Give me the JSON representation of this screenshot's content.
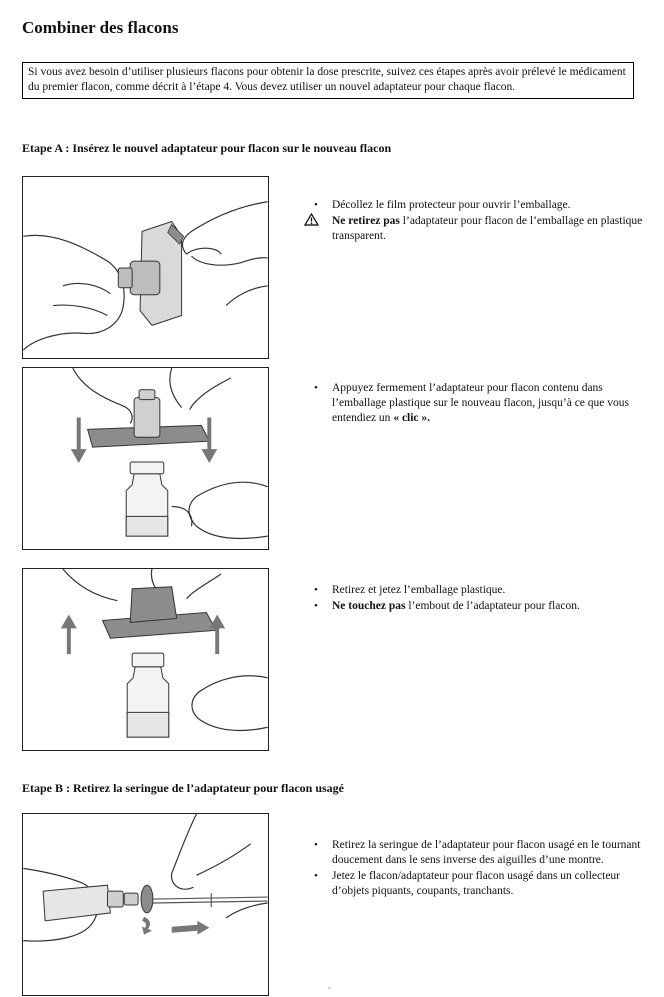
{
  "title": "Combiner des flacons",
  "intro": "Si vous avez besoin d’utiliser plusieurs flacons pour obtenir la dose prescrite, suivez ces étapes après avoir prélevé le médicament du premier flacon, comme décrit à l’étape 4. Vous devez utiliser un nouvel adaptateur pour chaque flacon.",
  "step_a": {
    "heading": "Etape A : Insérez le nouvel adaptateur pour flacon sur le nouveau flacon",
    "panels": [
      {
        "items": [
          {
            "type": "bullet",
            "bullet": "•",
            "segments": [
              {
                "text": "Décollez le film protecteur pour ouvrir l’emballage.",
                "bold": false
              }
            ]
          },
          {
            "type": "warning",
            "icon": "warning-triangle-icon",
            "segments": [
              {
                "text": "Ne retirez pas",
                "bold": true
              },
              {
                "text": " l’adaptateur pour flacon de l’emballage en plastique transparent.",
                "bold": false
              }
            ]
          }
        ]
      },
      {
        "items": [
          {
            "type": "bullet",
            "bullet": "•",
            "segments": [
              {
                "text": "Appuyez fermement l’adaptateur pour flacon contenu dans l’emballage plastique sur le nouveau flacon, jusqu’à ce que vous entendiez un ",
                "bold": false
              },
              {
                "text": "« clic ».",
                "bold": true
              }
            ]
          }
        ]
      },
      {
        "items": [
          {
            "type": "bullet",
            "bullet": "•",
            "segments": [
              {
                "text": "Retirez et jetez l’emballage plastique.",
                "bold": false
              }
            ]
          },
          {
            "type": "bullet",
            "bullet": "•",
            "segments": [
              {
                "text": "Ne touchez pas",
                "bold": true
              },
              {
                "text": " l’embout de l’adaptateur pour flacon.",
                "bold": false
              }
            ]
          }
        ]
      }
    ]
  },
  "step_b": {
    "heading": "Etape B : Retirez la seringue de l’adaptateur pour flacon usagé",
    "panels": [
      {
        "items": [
          {
            "type": "bullet",
            "bullet": "•",
            "segments": [
              {
                "text": "Retirez la seringue de l’adaptateur pour flacon usagé en le tournant doucement dans le sens inverse des aiguilles d’une montre.",
                "bold": false
              }
            ]
          },
          {
            "type": "bullet",
            "bullet": "•",
            "segments": [
              {
                "text": "Jetez le flacon/adaptateur pour flacon usagé dans un collecteur d’objets piquants, coupants, tranchants.",
                "bold": false
              }
            ]
          }
        ]
      }
    ]
  },
  "page_marker": "˝",
  "colors": {
    "text": "#111111",
    "illustration_gray": "#8c8c8c",
    "illustration_dark": "#555555"
  }
}
